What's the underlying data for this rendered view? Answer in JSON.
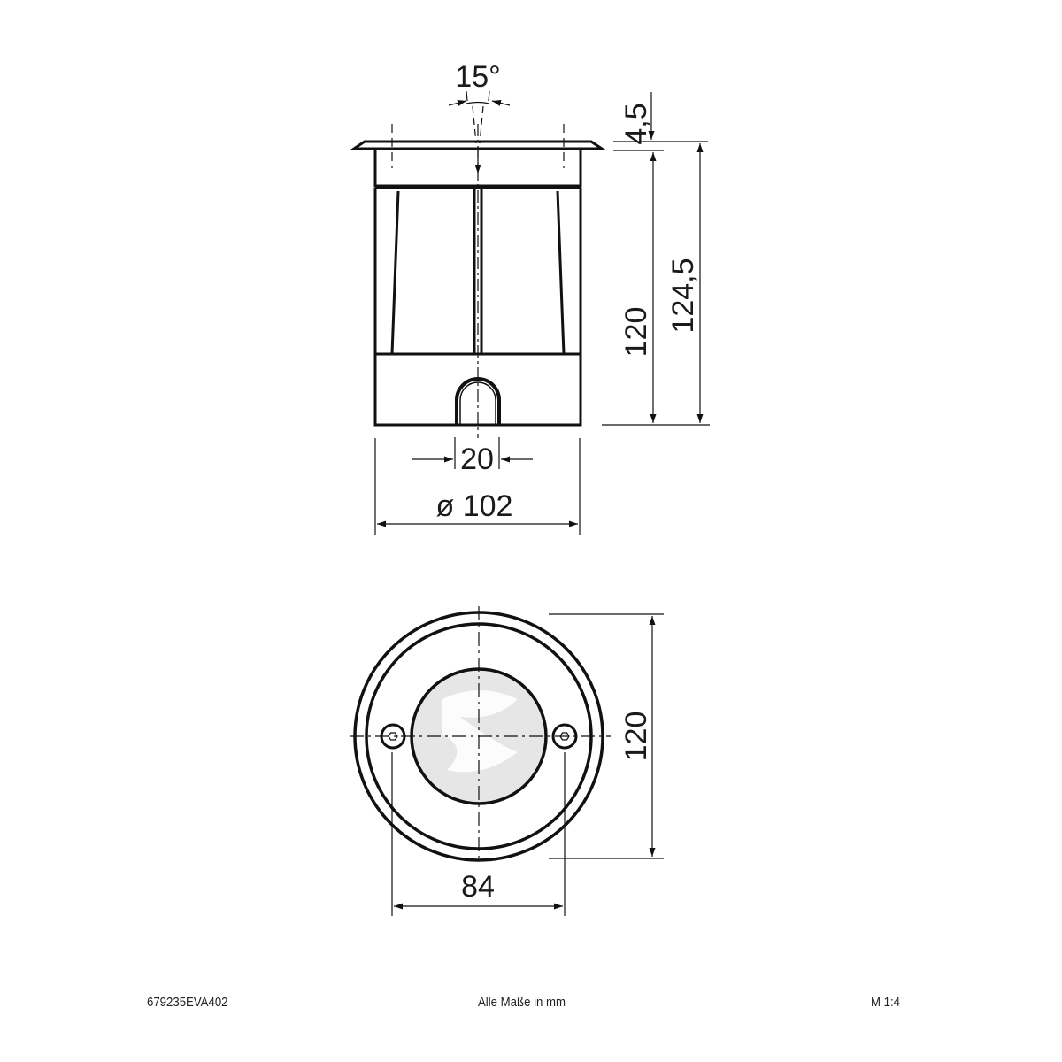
{
  "drawing": {
    "side_view": {
      "beam_angle": "15°",
      "flange_thickness": "4,5",
      "body_height": "120",
      "total_height": "124,5",
      "cable_entry_width": "20",
      "diameter": "ø 102"
    },
    "top_view": {
      "outer_diameter": "120",
      "screw_spacing": "84"
    }
  },
  "footer": {
    "article_number": "679235EVA402",
    "units_note": "Alle Maße in mm",
    "scale": "M 1:4"
  },
  "colors": {
    "line": "#111111",
    "lens_fill": "#e6e6e6",
    "background": "#ffffff"
  }
}
